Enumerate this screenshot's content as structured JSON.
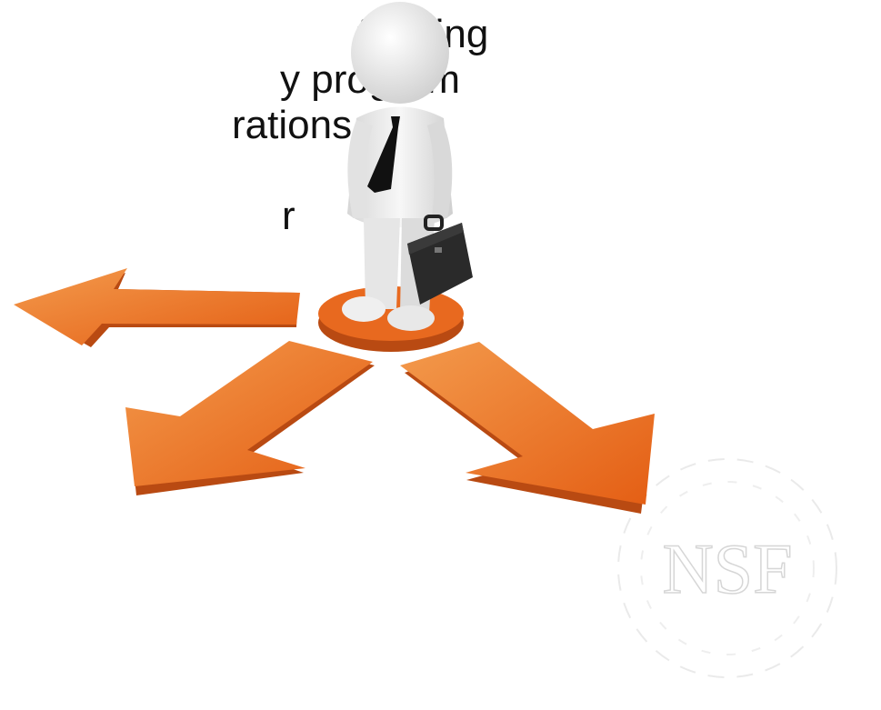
{
  "slide": {
    "text_lines": [
      "funding",
      "y program",
      "rations.",
      "",
      "r"
    ],
    "colors": {
      "arrow": "#e8691f",
      "arrow_dark": "#b94a12",
      "figure": "#ececec",
      "tie": "#111111",
      "briefcase": "#2a2a2a",
      "watermark": "#dddddd"
    }
  },
  "figure": {
    "icon": "businessman-figure-icon",
    "holding": "briefcase-icon"
  },
  "arrows": [
    {
      "name": "arrow-left",
      "direction": "left"
    },
    {
      "name": "arrow-down-left",
      "direction": "down-left"
    },
    {
      "name": "arrow-down-right",
      "direction": "down-right"
    }
  ],
  "watermark": {
    "text": "NSF",
    "name": "nsf-seal"
  }
}
